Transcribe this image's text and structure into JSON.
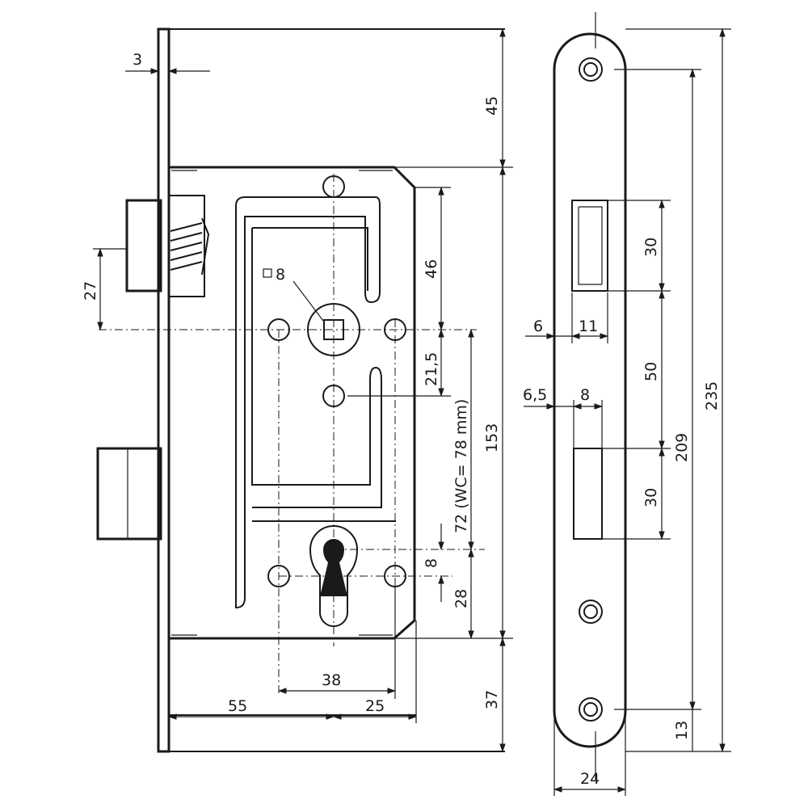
{
  "drawing": {
    "title": "",
    "colors": {
      "ink": "#1a1a1a",
      "paper": "#ffffff"
    },
    "lock_body": {
      "dimensions": {
        "forend_thickness": "3",
        "top_offset": "45",
        "latch_height": "27",
        "follower_square": "8",
        "follower_to_top": "46",
        "follower_to_mid_hole": "21,5",
        "backset_centers": "72 (WC= 78 mm)",
        "case_height": "153",
        "keyhole_offset": "8",
        "keyhole_to_bottom": "28",
        "fixing_holes_spacing": "38",
        "backset": "55",
        "cylinder_to_back": "25",
        "bottom_offset": "37"
      }
    },
    "forend_plate": {
      "dimensions": {
        "latch_opening": "30",
        "latch_offset": "6",
        "latch_width": "11",
        "gap": "50",
        "bolt_offset": "6,5",
        "bolt_width": "8",
        "bolt_opening": "30",
        "hole_spacing": "209",
        "total_length": "235",
        "end_hole_offset": "13",
        "plate_width": "24"
      }
    }
  }
}
